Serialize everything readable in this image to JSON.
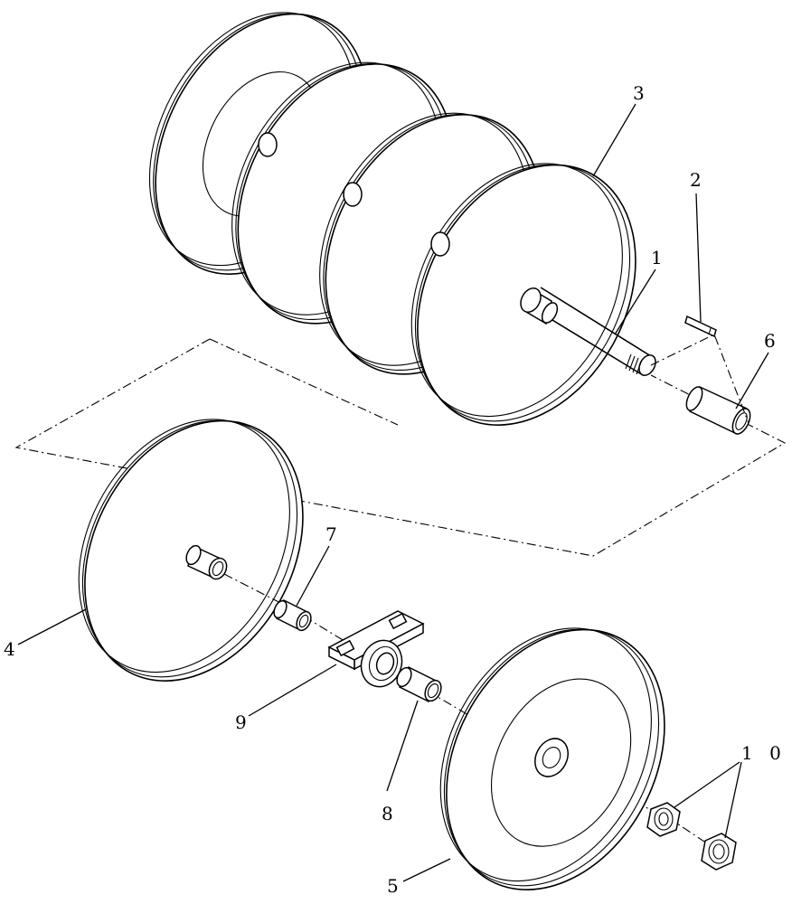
{
  "diagram": {
    "callouts": [
      {
        "id": "c1",
        "text": "1"
      },
      {
        "id": "c2",
        "text": "2"
      },
      {
        "id": "c3",
        "text": "3"
      },
      {
        "id": "c4",
        "text": "4"
      },
      {
        "id": "c5",
        "text": "5"
      },
      {
        "id": "c6",
        "text": "6"
      },
      {
        "id": "c7",
        "text": "7"
      },
      {
        "id": "c8",
        "text": "8"
      },
      {
        "id": "c9",
        "text": "9"
      },
      {
        "id": "c10",
        "text": "1 0"
      }
    ]
  }
}
